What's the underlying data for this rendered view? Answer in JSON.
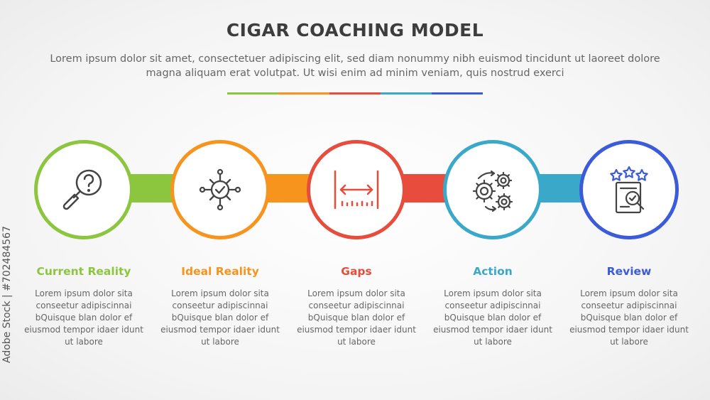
{
  "header": {
    "title": "CIGAR COACHING MODEL",
    "subtitle": "Lorem ipsum dolor sit amet, consectetuer adipiscing elit, sed diam nonummy nibh euismod tincidunt ut laoreet dolore magna aliquam erat volutpat. Ut wisi enim ad minim veniam, quis nostrud exerci"
  },
  "colors": {
    "green": "#8cc63f",
    "orange": "#f7941d",
    "red": "#e74c3c",
    "teal": "#3aa9c9",
    "blue": "#3b5bdb"
  },
  "steps": [
    {
      "label": "Current Reality",
      "icon": "magnifier-question-icon",
      "color": "#8cc63f",
      "description": "Lorem ipsum dolor sita conseetur adipiscinnai bQuisque blan dolor ef eiusmod tempor idaer idunt ut labore"
    },
    {
      "label": "Ideal Reality",
      "icon": "target-check-network-icon",
      "color": "#f7941d",
      "description": "Lorem ipsum dolor sita conseetur adipiscinnai bQuisque blan dolor ef eiusmod tempor idaer idunt ut labore"
    },
    {
      "label": "Gaps",
      "icon": "gap-measure-icon",
      "color": "#e74c3c",
      "description": "Lorem ipsum dolor sita conseetur adipiscinnai bQuisque blan dolor ef eiusmod tempor idaer idunt ut labore"
    },
    {
      "label": "Action",
      "icon": "gears-cycle-icon",
      "color": "#3aa9c9",
      "description": "Lorem ipsum dolor sita conseetur adipiscinnai bQuisque blan dolor ef eiusmod tempor idaer idunt ut labore"
    },
    {
      "label": "Review",
      "icon": "document-stars-review-icon",
      "color": "#3b5bdb",
      "description": "Lorem ipsum dolor sita conseetur adipiscinnai bQuisque blan dolor ef eiusmod tempor idaer idunt ut labore"
    }
  ],
  "watermark": "Adobe Stock | #702484567"
}
